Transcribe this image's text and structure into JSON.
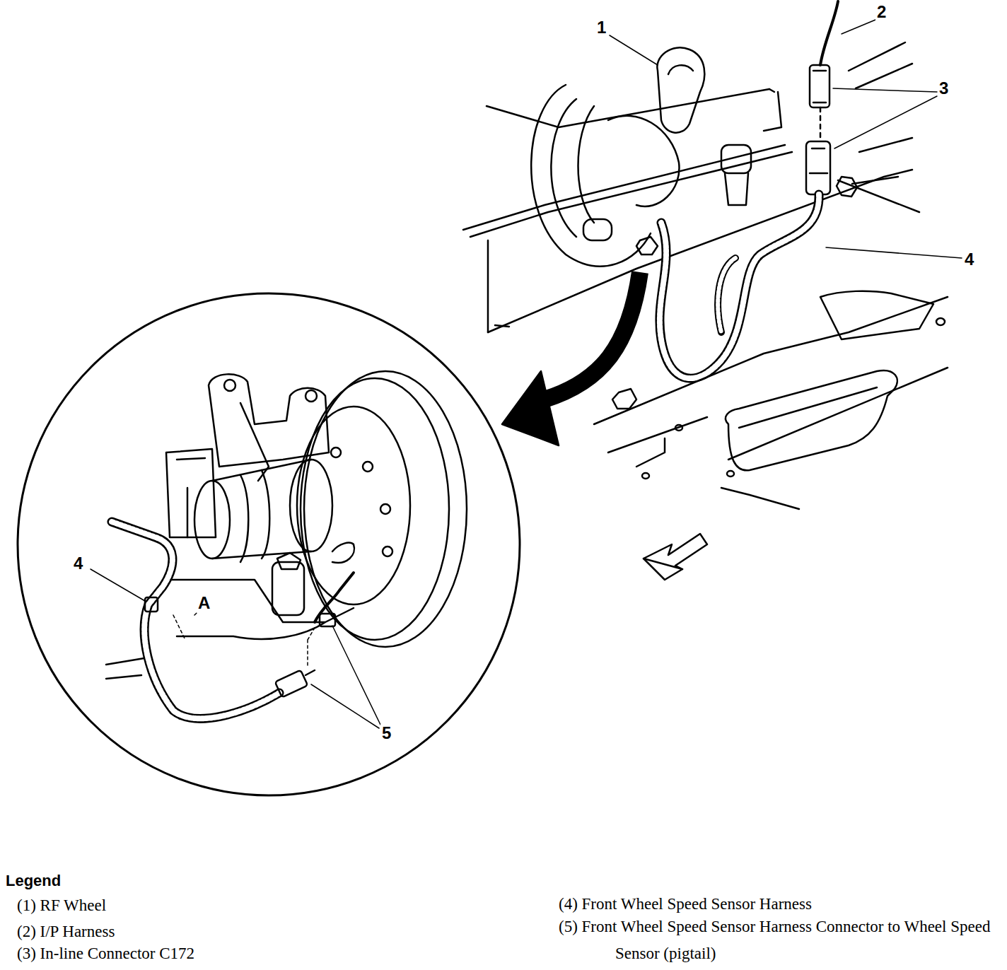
{
  "diagram": {
    "labels": [
      "1",
      "2",
      "3",
      "4",
      "4",
      "5",
      "A",
      "Legend"
    ],
    "legend": [
      {
        "text": "(1) RF Wheel"
      },
      {
        "text": "(2) I/P Harness"
      },
      {
        "text": "(3) In-line Connector C172"
      },
      {
        "text": "(4) Front Wheel Speed Sensor Harness"
      },
      {
        "text": "(5) Front Wheel Speed Sensor Harness Connector to Wheel Speed Sensor (pigtail)"
      }
    ]
  }
}
